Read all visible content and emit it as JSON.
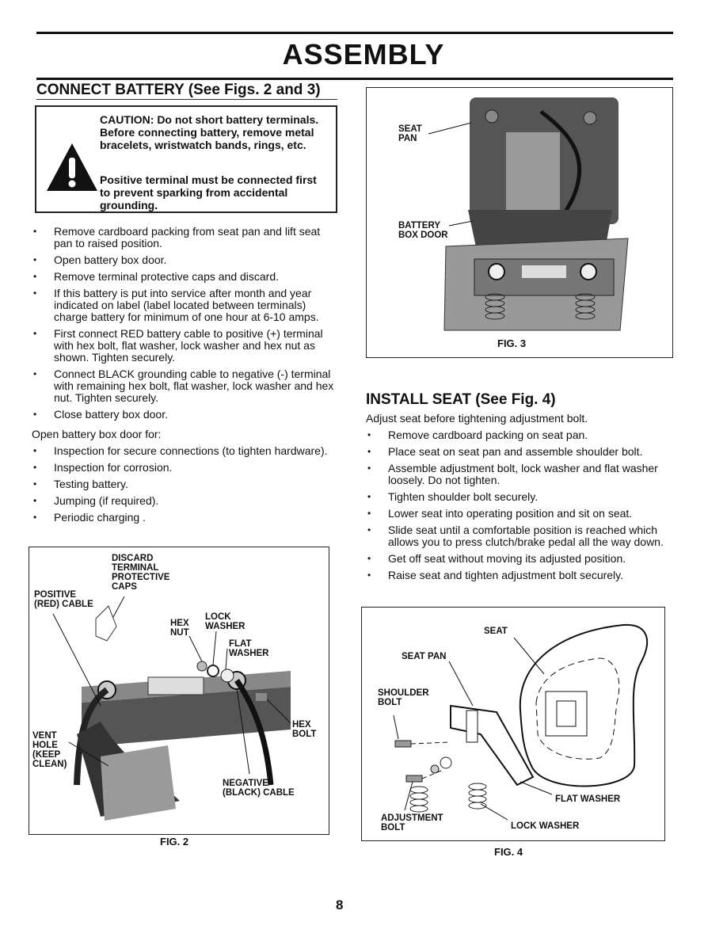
{
  "header": {
    "title": "ASSEMBLY"
  },
  "battery_section": {
    "heading": "CONNECT BATTERY (See Figs. 2 and 3)",
    "caution": {
      "icon": "warning-icon",
      "text1": "CAUTION: Do not short battery terminals. Before connecting battery, remove metal bracelets, wristwatch bands, rings, etc.",
      "text2": "Positive terminal must be connected first to prevent sparking from accidental grounding."
    },
    "steps": [
      "Remove cardboard packing from seat pan and lift seat pan to raised position.",
      "Open battery box door.",
      "Remove terminal protective caps and discard.",
      "If this battery is put into service after month and year indicated on label (label located between terminals) charge battery for minimum of one hour at 6-10 amps.",
      "First connect RED battery cable to positive (+) terminal with hex bolt, flat washer, lock washer and hex nut as shown. Tighten securely.",
      "Connect BLACK grounding cable to negative (-) terminal with remaining hex bolt, flat washer, lock washer and hex nut. Tighten securely.",
      "Close battery box door."
    ],
    "open_for_label": "Open battery box door for:",
    "open_for_items": [
      "Inspection for secure connections (to tighten hardware).",
      "Inspection for corrosion.",
      "Testing battery.",
      "Jumping (if required).",
      "Periodic charging ."
    ]
  },
  "fig2": {
    "caption": "FIG. 2",
    "labels": {
      "discard": "DISCARD\nTERMINAL\nPROTECTIVE\nCAPS",
      "positive": "POSITIVE\n(RED) CABLE",
      "hex_nut": "HEX\nNUT",
      "lock_washer": "LOCK\nWASHER",
      "flat_washer": "FLAT\nWASHER",
      "hex_bolt": "HEX\nBOLT",
      "vent_hole": "VENT\nHOLE\n(KEEP\nCLEAN)",
      "negative": "NEGATIVE\n(BLACK) CABLE"
    }
  },
  "fig3": {
    "caption": "FIG. 3",
    "labels": {
      "seat_pan": "SEAT\nPAN",
      "battery_box_door": "BATTERY\nBOX DOOR"
    }
  },
  "seat_section": {
    "heading": "INSTALL SEAT (See Fig. 4)",
    "intro": "Adjust seat before tightening adjustment bolt.",
    "steps": [
      "Remove cardboard packing on seat pan.",
      "Place seat on seat pan and assemble shoulder bolt.",
      "Assemble adjustment bolt, lock washer and flat washer loosely. Do not tighten.",
      "Tighten shoulder bolt securely.",
      "Lower seat into operating position and sit on seat.",
      "Slide seat until a comfortable position is reached which allows you to press clutch/brake pedal all the way down.",
      "Get off seat without moving its adjusted position.",
      "Raise seat and tighten adjustment bolt securely."
    ]
  },
  "fig4": {
    "caption": "FIG. 4",
    "labels": {
      "seat": "SEAT",
      "seat_pan": "SEAT PAN",
      "shoulder_bolt": "SHOULDER\nBOLT",
      "flat_washer": "FLAT WASHER",
      "adjustment_bolt": "ADJUSTMENT\nBOLT",
      "lock_washer": "LOCK WASHER"
    }
  },
  "page_number": "8"
}
